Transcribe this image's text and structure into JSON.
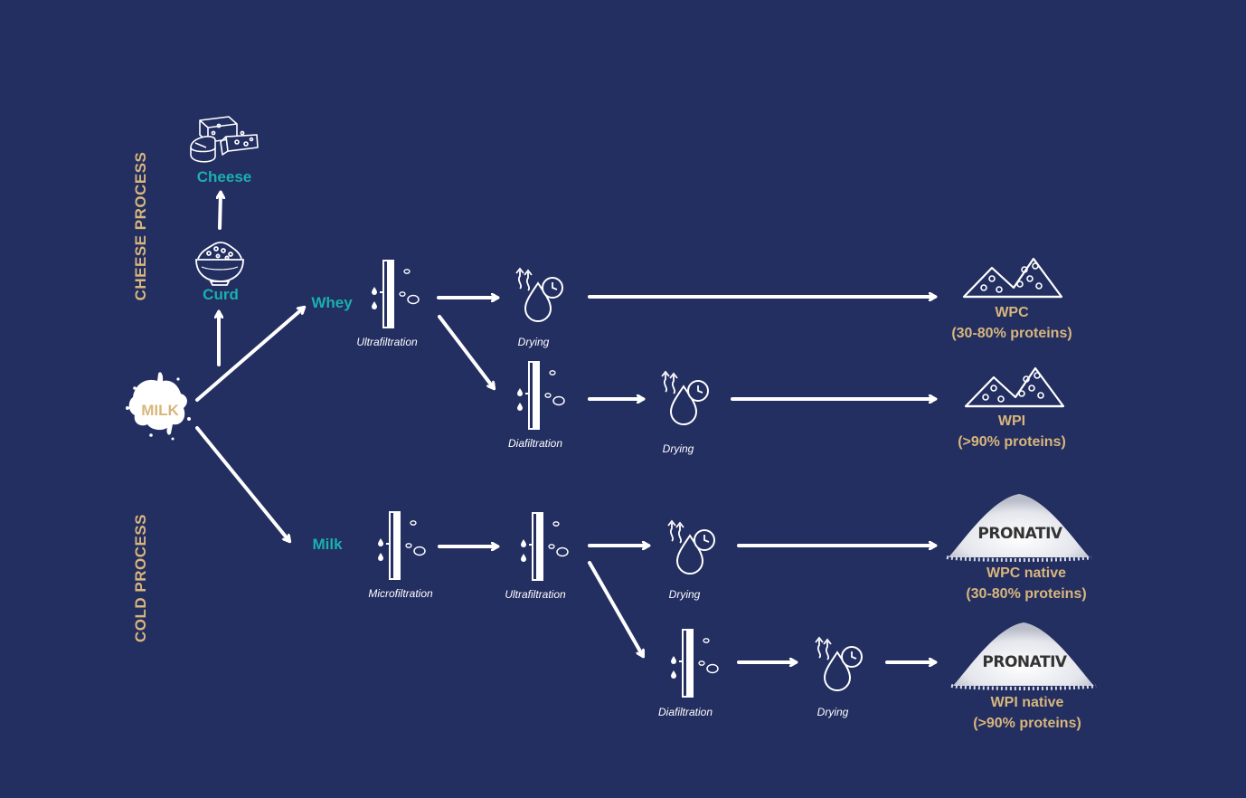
{
  "side_labels": {
    "cheese_process": "CHEESE PROCESS",
    "cold_process": "COLD PROCESS"
  },
  "nodes": {
    "milk_source": "MILK",
    "cheese": "Cheese",
    "curd": "Curd",
    "whey": "Whey",
    "milk": "Milk"
  },
  "steps": {
    "whey_ultrafiltration": "Ultrafiltration",
    "whey_drying": "Drying",
    "whey_diafiltration": "Diafiltration",
    "whey_diafiltration_drying": "Drying",
    "milk_microfiltration": "Microfiltration",
    "milk_ultrafiltration": "Ultrafiltration",
    "milk_drying": "Drying",
    "milk_diafiltration": "Diafiltration",
    "milk_diafiltration_drying": "Drying"
  },
  "products": {
    "wpc": {
      "name": "WPC",
      "detail": "(30-80% proteins)"
    },
    "wpi": {
      "name": "WPI",
      "detail": "(>90% proteins)"
    },
    "wpc_native": {
      "name": "WPC native",
      "detail": "(30-80% proteins)",
      "brand": "PRONATIV"
    },
    "wpi_native": {
      "name": "WPI native",
      "detail": "(>90% proteins)",
      "brand": "PRONATIV"
    }
  },
  "colors": {
    "background": "#232e61",
    "teal": "#1ab0ad",
    "gold": "#d8b67c",
    "white": "#ffffff"
  }
}
